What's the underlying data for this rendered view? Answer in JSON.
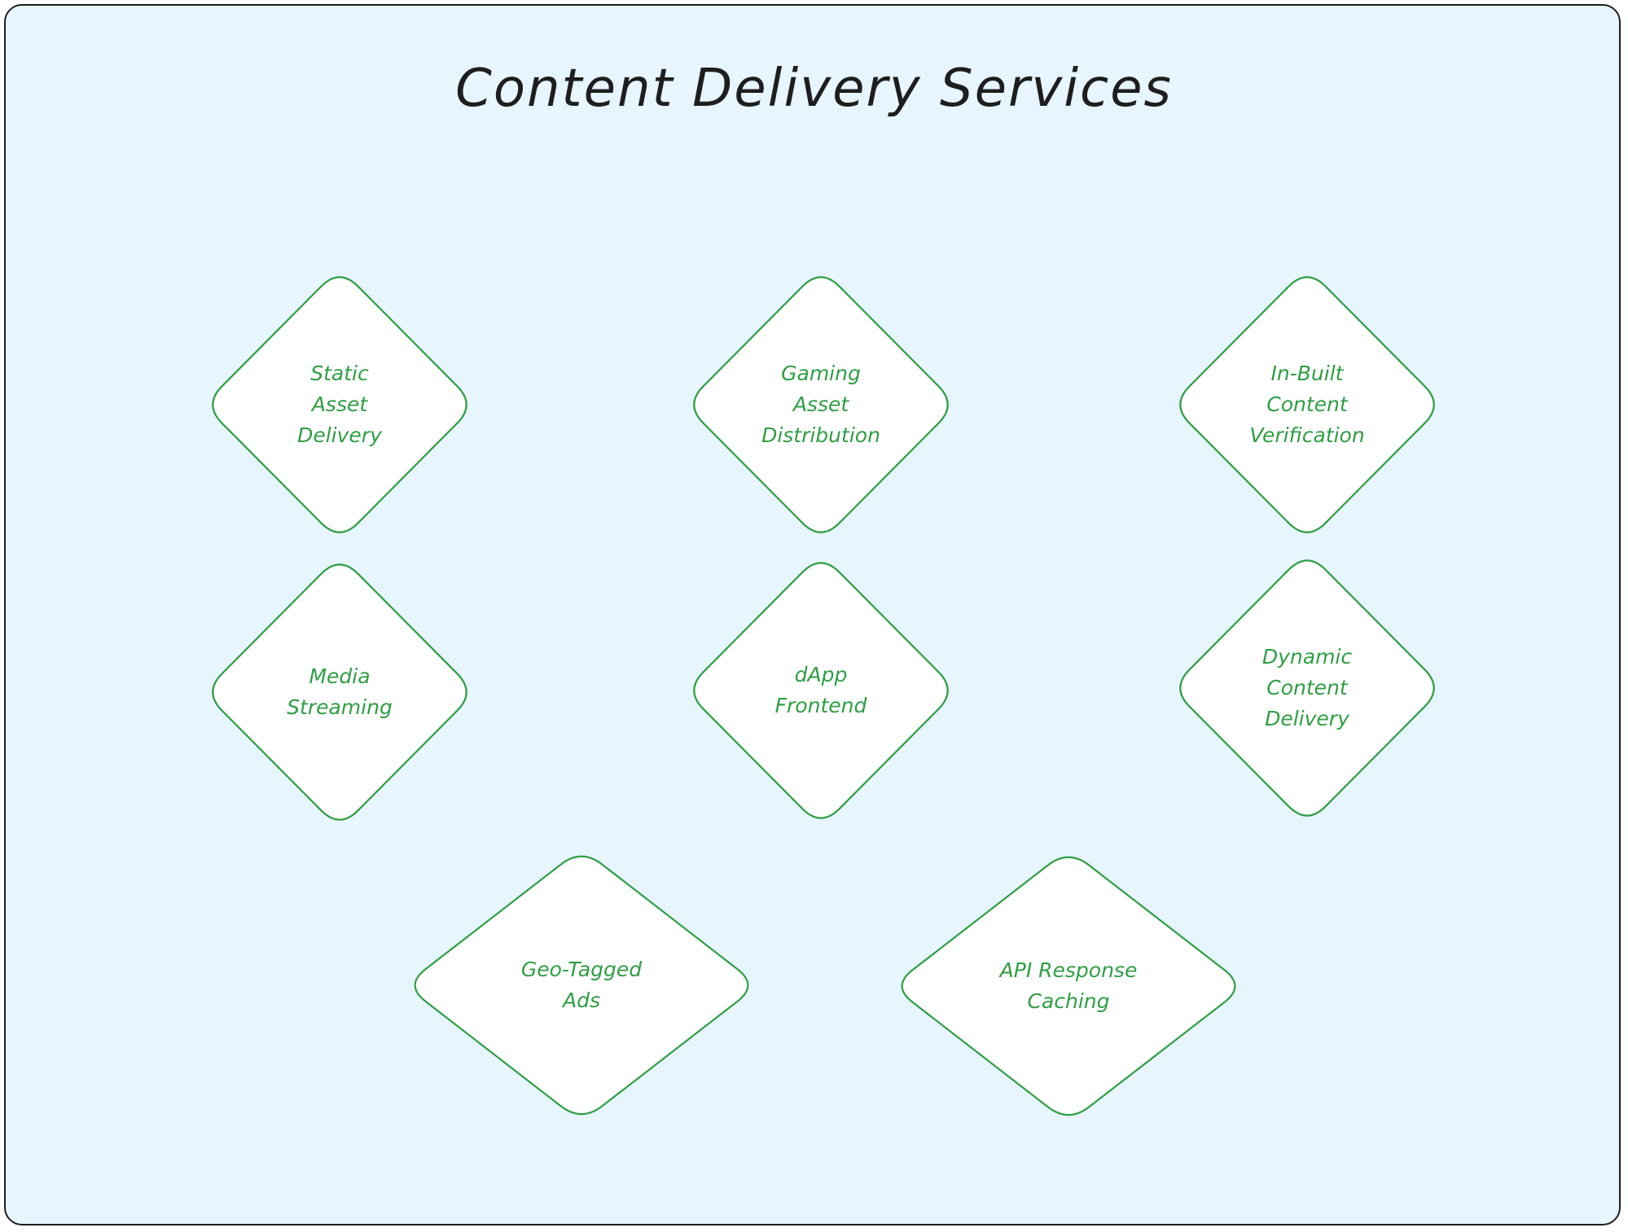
{
  "title": "Content Delivery Services",
  "colors": {
    "background": "#e7f5ff",
    "frame_border": "#1e1e1e",
    "title_text": "#1e1e1e",
    "node_stroke": "#2f9e44",
    "node_fill": "#ffffff",
    "node_text": "#2f9e44"
  },
  "nodes": [
    {
      "id": "static-asset-delivery",
      "shape": "diamond",
      "lines": [
        "Static",
        "Asset",
        "Delivery"
      ]
    },
    {
      "id": "gaming-asset-distribution",
      "shape": "diamond",
      "lines": [
        "Gaming",
        "Asset",
        "Distribution"
      ]
    },
    {
      "id": "in-built-content-verification",
      "shape": "diamond",
      "lines": [
        "In-Built",
        "Content",
        "Verification"
      ]
    },
    {
      "id": "media-streaming",
      "shape": "diamond",
      "lines": [
        "Media",
        "Streaming"
      ]
    },
    {
      "id": "dapp-frontend",
      "shape": "diamond",
      "lines": [
        "dApp",
        "Frontend"
      ]
    },
    {
      "id": "dynamic-content-delivery",
      "shape": "diamond",
      "lines": [
        "Dynamic",
        "Content",
        "Delivery"
      ]
    },
    {
      "id": "geo-tagged-ads",
      "shape": "diamond",
      "lines": [
        "Geo-Tagged",
        "Ads"
      ]
    },
    {
      "id": "api-response-caching",
      "shape": "diamond",
      "lines": [
        "API Response",
        "Caching"
      ]
    }
  ]
}
